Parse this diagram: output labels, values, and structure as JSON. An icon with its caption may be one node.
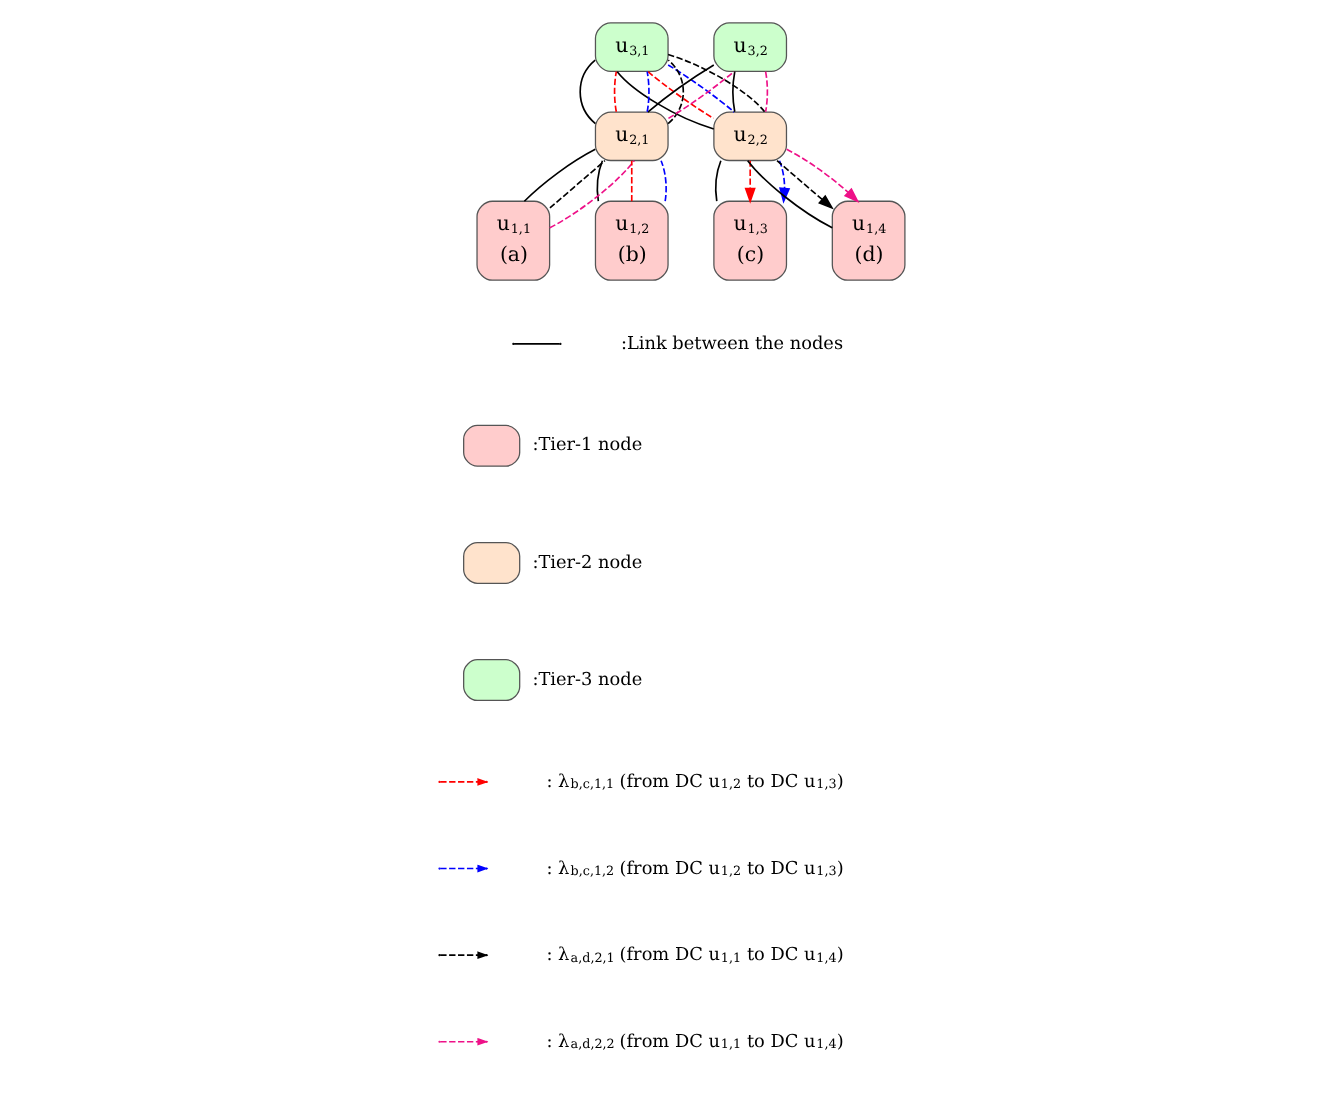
{
  "diagram": {
    "nodes": [
      {
        "text": [
          "u$_{3,1}$"
        ]
      },
      {
        "text": [
          "u$_{3,2}$"
        ]
      },
      {
        "text": [
          "u$_{2,1}$"
        ]
      },
      {
        "text": [
          "u$_{2,2}$"
        ]
      },
      {
        "text": [
          "u$_{1,1}$",
          "(a)"
        ]
      },
      {
        "text": [
          "u$_{1,2}$",
          "(b)"
        ]
      },
      {
        "text": [
          "u$_{1,3}$",
          "(c)"
        ]
      },
      {
        "text": [
          "u$_{1,4}$",
          "(d)"
        ]
      }
    ],
    "edges": [
      {
        "from": 0,
        "to": 2,
        "arrow": "none"
      },
      {
        "from": 0,
        "to": 3,
        "arrow": "none"
      },
      {
        "from": 1,
        "to": 2,
        "arrow": "none"
      },
      {
        "from": 1,
        "to": 3,
        "arrow": "none"
      },
      {
        "from": 2,
        "to": 4,
        "arrow": "none"
      },
      {
        "from": 2,
        "to": 5,
        "arrow": "none"
      },
      {
        "from": 3,
        "to": 6,
        "arrow": "none"
      },
      {
        "from": 3,
        "to": 7,
        "arrow": "none"
      },
      {
        "from": 5,
        "to": 2,
        "arrow": "none",
        "style": "dashed",
        "color": "#ff0000"
      },
      {
        "from": 2,
        "to": 0,
        "arrow": "none",
        "style": "dashed",
        "color": "#ff0000"
      },
      {
        "from": 0,
        "to": 3,
        "arrow": "none",
        "style": "dashed",
        "color": "#ff0000"
      },
      {
        "from": 3,
        "to": 6,
        "arrow": "to",
        "style": "dashed",
        "color": "#ff0000"
      },
      {
        "from": 5,
        "to": 2,
        "arrow": "none",
        "style": "dashed",
        "color": "#0000ff"
      },
      {
        "from": 2,
        "to": 0,
        "arrow": "none",
        "style": "dashed",
        "color": "#0000ff"
      },
      {
        "from": 0,
        "to": 3,
        "arrow": "none",
        "style": "dashed",
        "color": "#0000ff"
      },
      {
        "from": 3,
        "to": 6,
        "arrow": "to",
        "style": "dashed",
        "color": "#0000ff"
      },
      {
        "from": 4,
        "to": 2,
        "arrow": "none",
        "style": "dashed",
        "color": "#000000"
      },
      {
        "from": 2,
        "to": 0,
        "arrow": "none",
        "style": "dashed",
        "color": "#000000"
      },
      {
        "from": 0,
        "to": 3,
        "arrow": "none",
        "style": "dashed",
        "color": "#000000"
      },
      {
        "from": 3,
        "to": 7,
        "arrow": "to",
        "style": "dashed",
        "color": "#000000"
      },
      {
        "from": 4,
        "to": 2,
        "arrow": "none",
        "style": "dashed",
        "color": "#ee1188"
      },
      {
        "from": 2,
        "to": 1,
        "arrow": "none",
        "style": "dashed",
        "color": "#ee1188"
      },
      {
        "from": 1,
        "to": 3,
        "arrow": "none",
        "style": "dashed",
        "color": "#ee1188"
      },
      {
        "from": 3,
        "to": 7,
        "arrow": "to",
        "style": "dashed",
        "color": "#ee1188"
      }
    ],
    "legend": [
      {
        "text": ":Link between the nodes"
      },
      {
        "text": ":Tier-1 node",
        "color": "#ffcccc"
      },
      {
        "text": ":Tier-2 node",
        "color": "#ffe3cc"
      },
      {
        "text": ":Tier-3 node",
        "color": "#ccffcc"
      },
      {
        "text": ": λ$_{b,c,1,1}$ (from DC u$_{1,2}$ to DC u$_{1,3}$)",
        "color": "#ff0000"
      },
      {
        "text": ": λ$_{b,c,1,2}$ (from DC u$_{1,2}$ to DC u$_{1,3}$)",
        "color": "#0000ff"
      },
      {
        "text": ": λ$_{a,d,2,1}$ (from DC u$_{1,1}$ to DC u$_{1,4}$)",
        "color": "#000000"
      },
      {
        "text": ": λ$_{a,d,2,2}$ (from DC u$_{1,1}$ to DC u$_{1,4}$)",
        "color": "#ee1188"
      }
    ]
  }
}
